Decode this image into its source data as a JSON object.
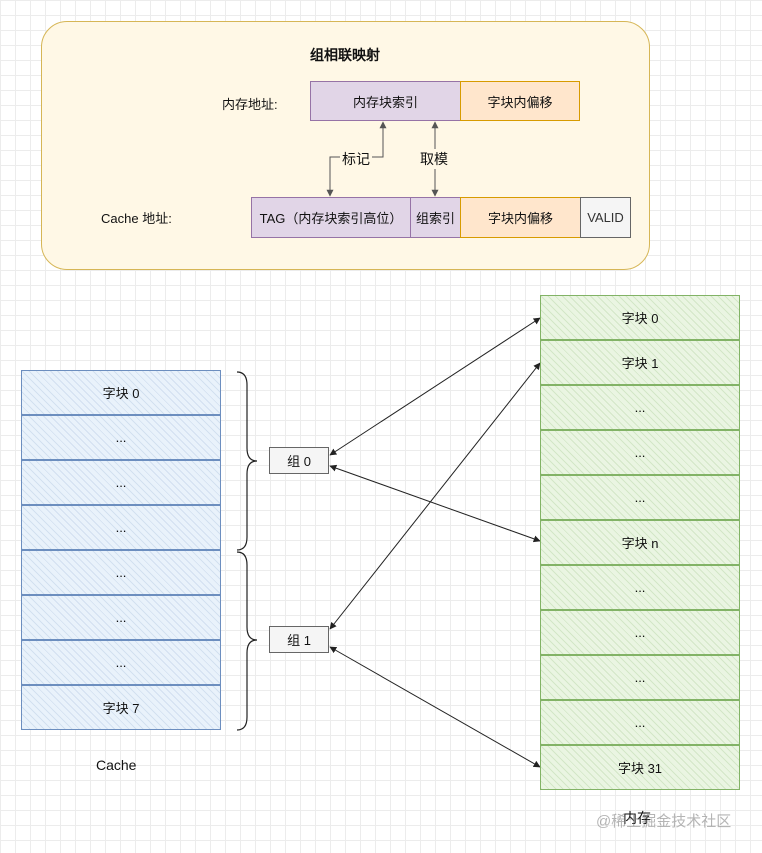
{
  "mapping": {
    "title": "组相联映射",
    "memory_address_label": "内存地址:",
    "memory_block_index": "内存块索引",
    "block_offset": "字块内偏移",
    "arrow_tag_label": "标记",
    "arrow_mod_label": "取模",
    "cache_address_label": "Cache 地址:",
    "tag_field": "TAG（内存块索引高位）",
    "set_index": "组索引",
    "cache_block_offset": "字块内偏移",
    "valid_field": "VALID"
  },
  "cache": {
    "blocks": [
      "字块 0",
      "...",
      "...",
      "...",
      "...",
      "...",
      "...",
      "字块 7"
    ],
    "caption": "Cache"
  },
  "sets": [
    "组 0",
    "组 1"
  ],
  "memory": {
    "blocks": [
      "字块 0",
      "字块 1",
      "...",
      "...",
      "...",
      "字块 n",
      "...",
      "...",
      "...",
      "...",
      "字块 31"
    ],
    "caption": "内存"
  },
  "watermark": "@稀土掘金技术社区",
  "colors": {
    "panel_fill": "#fff8e6",
    "panel_border": "#d6b656",
    "purple_fill": "#e1d5e7",
    "orange_fill": "#ffe6cc",
    "cache_fill": "#dae8fc",
    "memory_fill": "#d5e8d4"
  }
}
